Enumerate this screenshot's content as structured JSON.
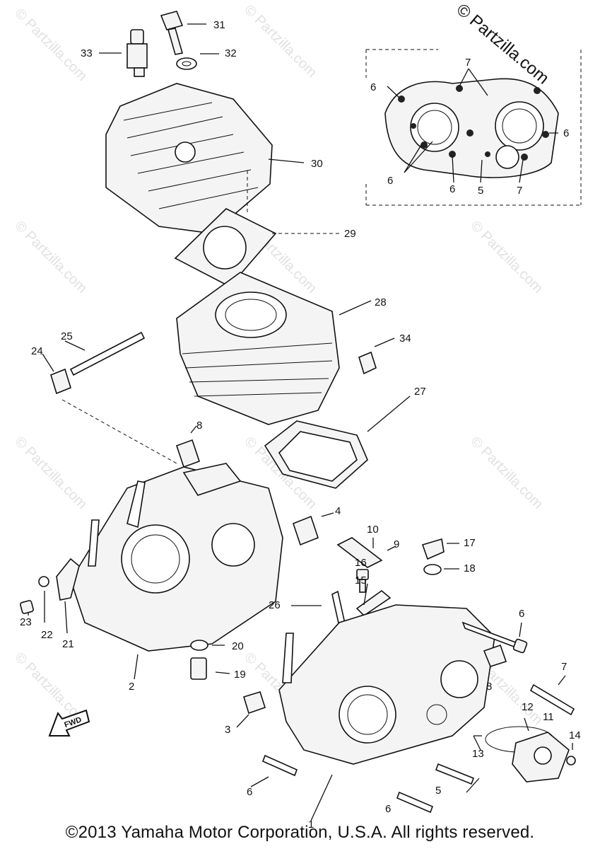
{
  "brand": "© Partzilla.com",
  "watermark_text": "© Partzilla.com",
  "copyright": "©2013 Yamaha Motor Corporation, U.S.A. All rights reserved.",
  "fwd_label": "FWD",
  "callouts": [
    "1",
    "2",
    "3",
    "4",
    "5",
    "6",
    "7",
    "8",
    "9",
    "10",
    "11",
    "12",
    "13",
    "14",
    "15",
    "16",
    "17",
    "18",
    "19",
    "20",
    "21",
    "22",
    "23",
    "24",
    "25",
    "26",
    "27",
    "28",
    "29",
    "30",
    "31",
    "32",
    "33",
    "34"
  ],
  "inset_callouts": [
    "5",
    "6",
    "7"
  ]
}
